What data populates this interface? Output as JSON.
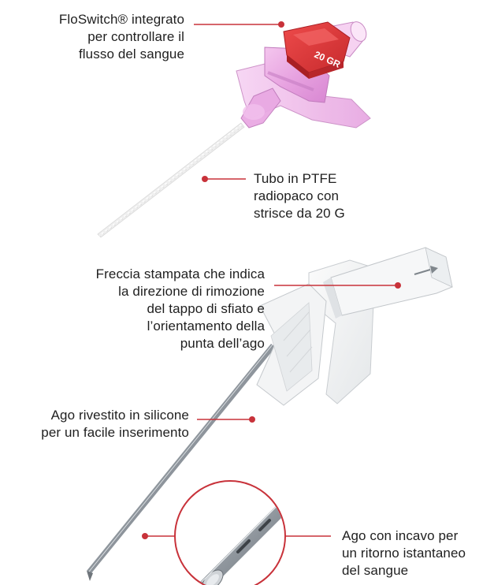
{
  "accent_color": "#c8323a",
  "callouts": {
    "floswitch": "FloSwitch® integrato\nper controllare il\nflusso del sangue",
    "tube": "Tubo in PTFE\nradiopaco con\nstrisce da 20 G",
    "arrow": "Freccia stampata che indica\nla direzione di rimozione\ndel tappo di sfiato e\nl’orientamento della\npunta dell’ago",
    "needle": "Ago rivestito in silicone\nper un facile inserimento",
    "bevel": "Ago con incavo per\nun ritorno istantaneo\ndel sangue"
  },
  "cannula_cap_text": "20 GR"
}
